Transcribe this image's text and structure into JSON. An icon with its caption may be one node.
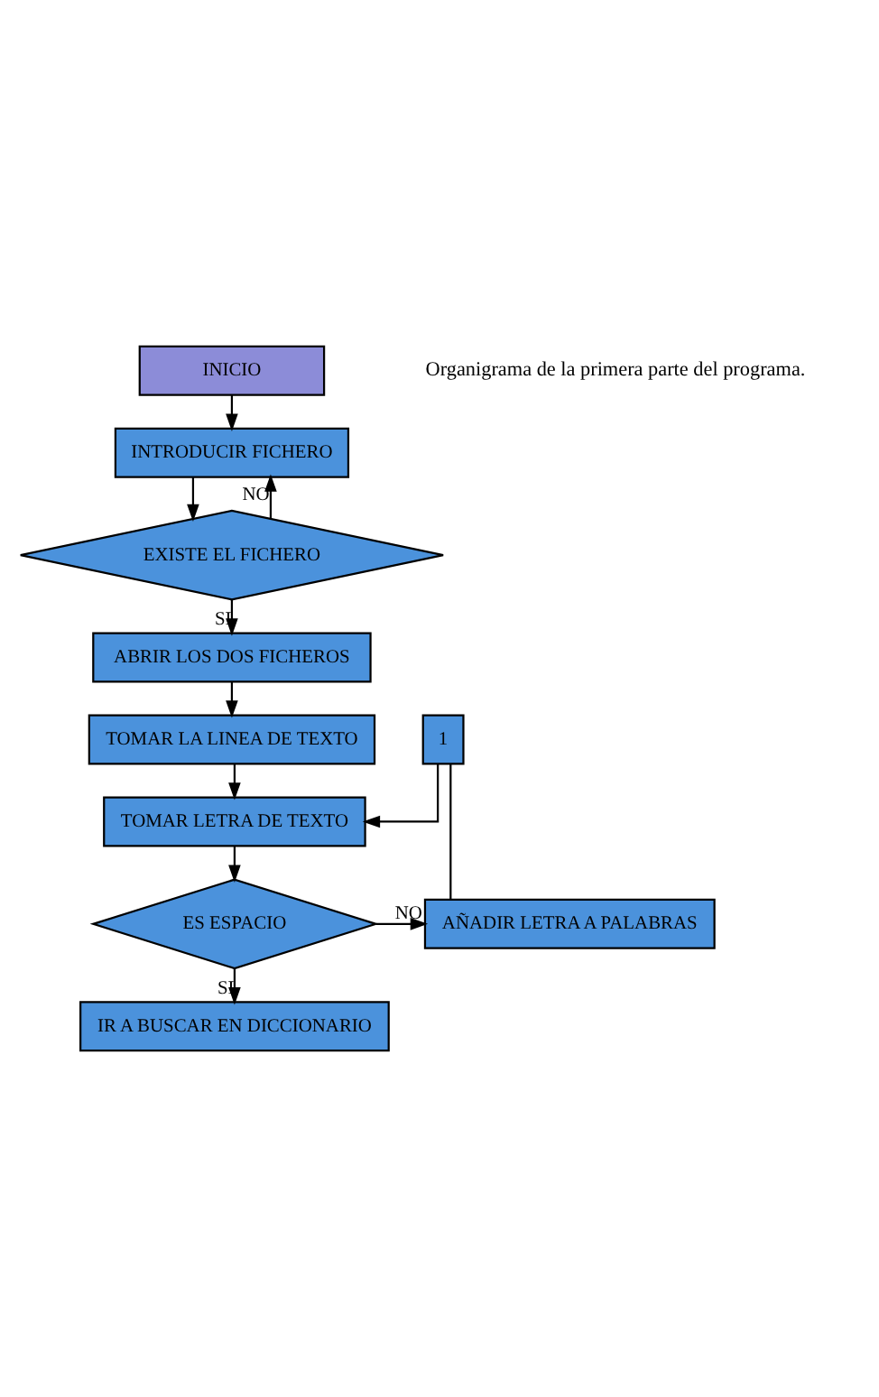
{
  "diagram": {
    "nodes": [
      {
        "text": [
          "INICIO"
        ]
      },
      {
        "text": [
          "INTRODUCIR FICHERO"
        ]
      },
      {
        "text": [
          "EXISTE EL FICHERO"
        ]
      },
      {
        "text": [
          "ABRIR LOS DOS FICHEROS"
        ]
      },
      {
        "text": [
          "TOMAR LA LINEA DE TEXTO"
        ]
      },
      {
        "text": [
          "1"
        ]
      },
      {
        "text": [
          "TOMAR LETRA DE TEXTO"
        ]
      },
      {
        "text": [
          "ES ESPACIO"
        ]
      },
      {
        "text": [
          "AÑADIR LETRA A PALABRAS"
        ]
      },
      {
        "text": [
          "IR A BUSCAR EN DICCIONARIO"
        ]
      }
    ],
    "edges": [
      {
        "from": 0,
        "to": 1,
        "arrow": "to"
      },
      {
        "from": 1,
        "to": 2,
        "arrow": "to"
      },
      {
        "from": 2,
        "to": 1,
        "arrow": "to",
        "label": "NO"
      },
      {
        "from": 2,
        "to": 3,
        "arrow": "to",
        "label": "SI"
      },
      {
        "from": 3,
        "to": 4,
        "arrow": "to"
      },
      {
        "from": 4,
        "to": 6,
        "arrow": "to"
      },
      {
        "from": 6,
        "to": 7,
        "arrow": "to"
      },
      {
        "from": 7,
        "to": 8,
        "arrow": "to",
        "label": "NO"
      },
      {
        "from": 8,
        "to": 5,
        "arrow": "none"
      },
      {
        "from": 5,
        "to": 6,
        "arrow": "to"
      },
      {
        "from": 7,
        "to": 9,
        "arrow": "to",
        "label": "SI"
      }
    ],
    "labels": [
      "Organigrama de la primera parte del programa."
    ]
  }
}
